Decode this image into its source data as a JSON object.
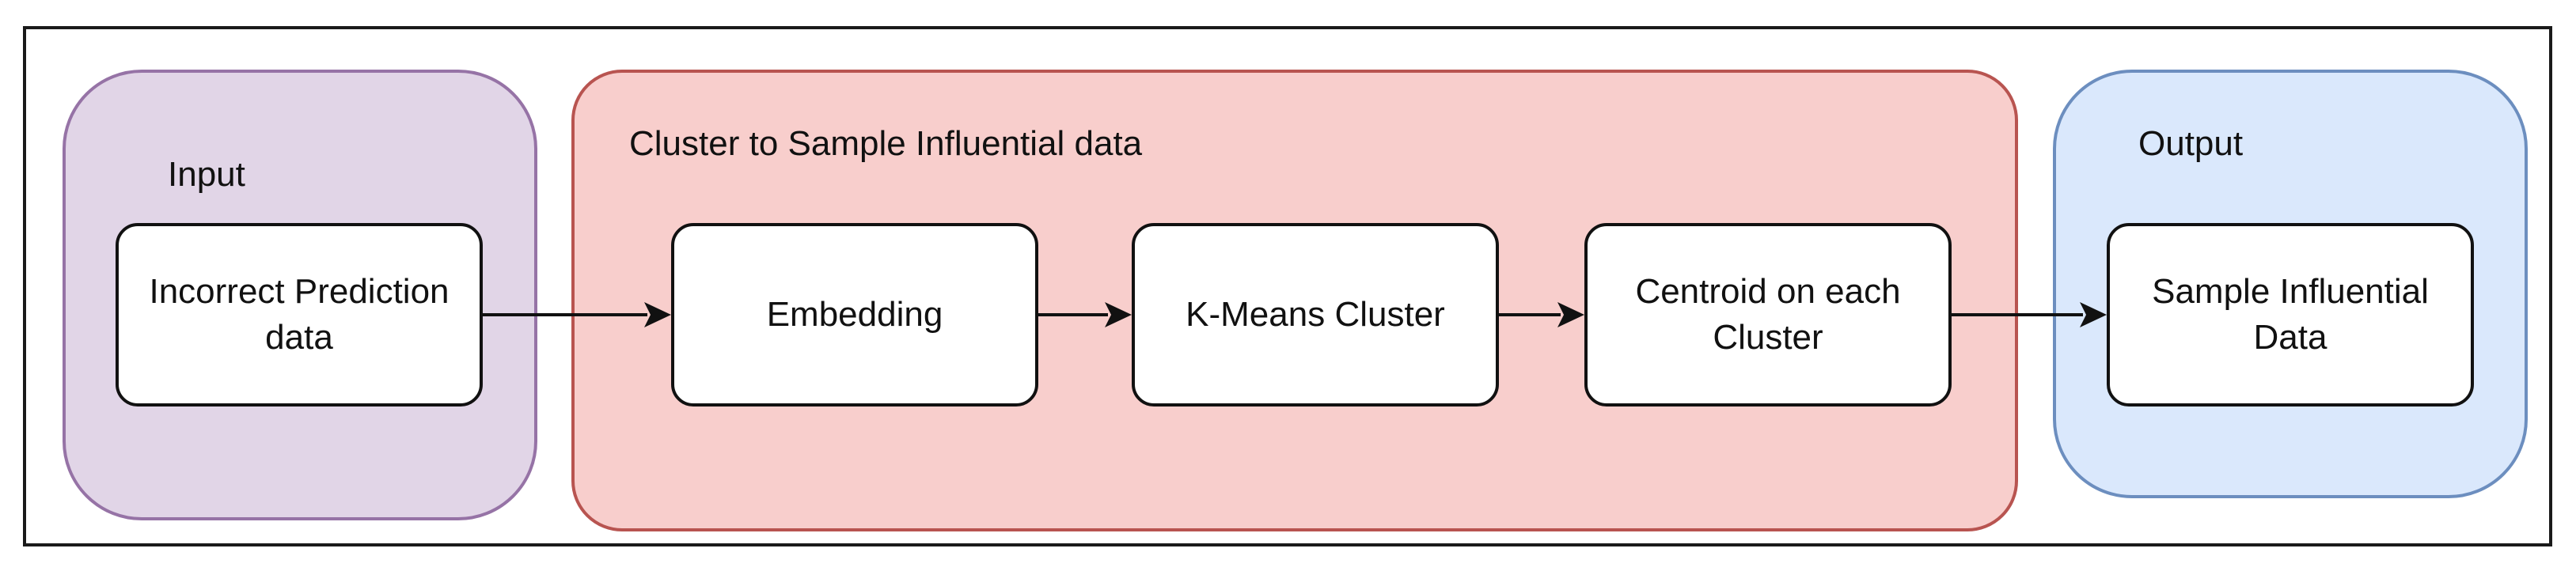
{
  "colors": {
    "input_fill": "#e1d5e7",
    "input_stroke": "#9673a6",
    "cluster_fill": "#f8cecc",
    "cluster_stroke": "#b85450",
    "output_fill": "#dae8fc",
    "output_stroke": "#6c8ebf",
    "node_fill": "#ffffff",
    "stroke": "#111111"
  },
  "groups": {
    "input": {
      "label": "Input"
    },
    "cluster": {
      "label": "Cluster to Sample Influential data"
    },
    "output": {
      "label": "Output"
    }
  },
  "nodes": {
    "incorrect_prediction": {
      "label": "Incorrect Prediction data"
    },
    "embedding": {
      "label": "Embedding"
    },
    "kmeans": {
      "label": "K-Means Cluster"
    },
    "centroid": {
      "label": "Centroid on each Cluster"
    },
    "sample_influential": {
      "label": "Sample Influential Data"
    }
  },
  "edges": [
    {
      "from": "incorrect_prediction",
      "to": "embedding"
    },
    {
      "from": "embedding",
      "to": "kmeans"
    },
    {
      "from": "kmeans",
      "to": "centroid"
    },
    {
      "from": "centroid",
      "to": "sample_influential"
    }
  ]
}
